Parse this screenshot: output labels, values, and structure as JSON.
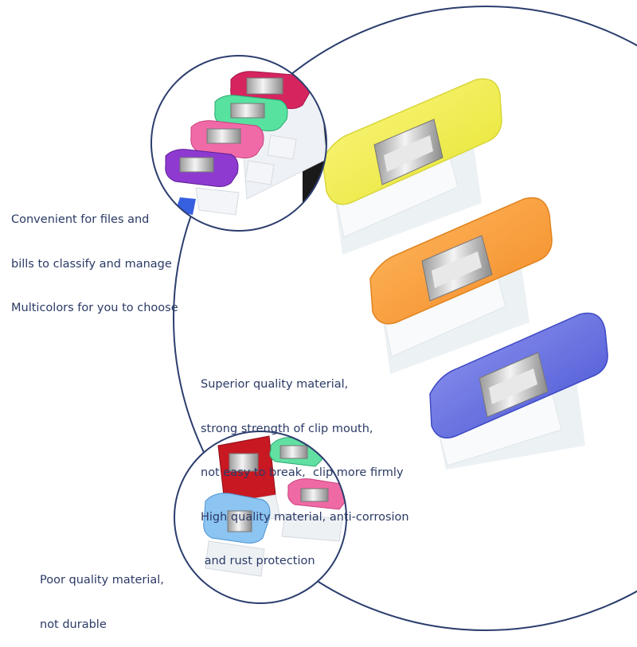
{
  "captions": {
    "top": [
      "Convenient for files and",
      "bills to classify and manage",
      "Multicolors for you to choose"
    ],
    "middle": [
      "Superior quality material,",
      "strong strength of clip mouth,",
      "not easy to break,  clip more firmly",
      "High quality material, anti-corrosion",
      " and rust protection"
    ],
    "bottom": [
      "Poor quality material,",
      "not durable"
    ]
  },
  "colors": {
    "circle_outline": "#2c3e6e",
    "clip_yellow": "#f3f04a",
    "clip_orange": "#f79a2c",
    "clip_blue": "#5662db"
  }
}
